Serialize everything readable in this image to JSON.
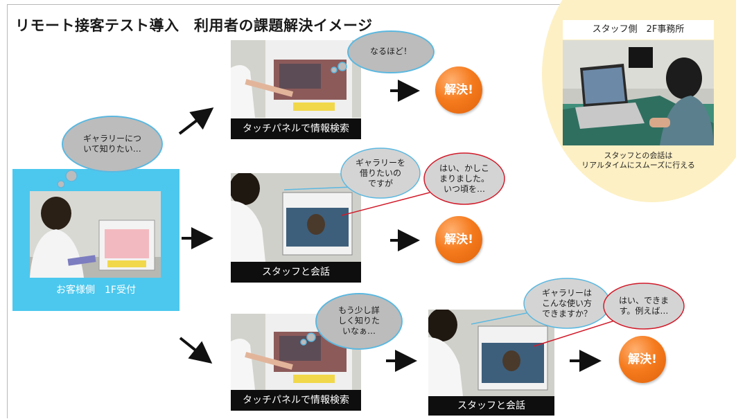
{
  "title": "リモート接客テスト導入　利用者の課題解決イメージ",
  "staff_side": {
    "header": "スタッフ側　2F事務所",
    "caption_line1": "スタッフとの会話は",
    "caption_line2": "リアルタイムにスムーズに行える"
  },
  "customer_side": {
    "thought_line1": "ギャラリーにつ",
    "thought_line2": "いて知りたい…",
    "label": "お客様側　1F受付"
  },
  "flow_top": {
    "thought": "なるほど！",
    "caption": "タッチパネルで情報検索",
    "result": "解決!"
  },
  "flow_middle": {
    "customer_line1": "ギャラリーを",
    "customer_line2": "借りたいの",
    "customer_line3": "ですが",
    "staff_line1": "はい、かしこ",
    "staff_line2": "まりました。",
    "staff_line3": "いつ頃を…",
    "caption": "スタッフと会話",
    "result": "解決!"
  },
  "flow_bottom": {
    "thought_line1": "もう少し詳",
    "thought_line2": "しく知りた",
    "thought_line3": "いなぁ…",
    "caption1": "タッチパネルで情報検索",
    "customer_line1": "ギャラリーは",
    "customer_line2": "こんな使い方",
    "customer_line3": "できますか？",
    "staff_line1": "はい、できま",
    "staff_line2": "す。例えば…",
    "caption2": "スタッフと会話",
    "result": "解決!"
  }
}
